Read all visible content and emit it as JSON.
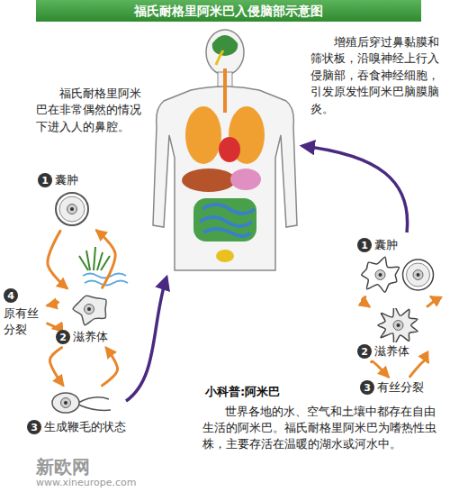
{
  "diagram": {
    "title": "福氏耐格里阿米巴入侵脑部示意图",
    "nodes": [
      {
        "text": [
          "1",
          "囊肿"
        ]
      },
      {
        "text": [
          "2",
          "滋养体"
        ]
      },
      {
        "text": [
          "3",
          "生成鞭毛的状态"
        ]
      },
      {
        "text": [
          "4",
          "原有丝分裂"
        ]
      },
      {
        "text": [
          "1",
          "囊肿"
        ]
      },
      {
        "text": [
          "2",
          "滋养体"
        ]
      },
      {
        "text": [
          "3",
          "有丝分裂"
        ]
      }
    ],
    "edges": [
      {
        "from": 1,
        "to": 0,
        "arrow": "to"
      },
      {
        "from": 0,
        "to": 1,
        "arrow": "to"
      },
      {
        "from": 1,
        "to": 3,
        "arrow": "to"
      },
      {
        "from": 3,
        "to": 1,
        "arrow": "to"
      },
      {
        "from": 1,
        "to": 2,
        "arrow": "to"
      },
      {
        "from": 2,
        "to": 1,
        "arrow": "to"
      },
      {
        "from": 5,
        "to": 4,
        "arrow": "to"
      },
      {
        "from": 4,
        "to": 5,
        "arrow": "to"
      },
      {
        "from": 5,
        "to": 6,
        "arrow": "to"
      },
      {
        "from": 6,
        "to": 5,
        "arrow": "to"
      }
    ],
    "labels": [
      "福氏耐格里阿米巴在非常偶然的情况下进入人的鼻腔。",
      "增殖后穿过鼻黏膜和筛状板，沿嗅神经上行入侵脑部，吞食神经细胞，引发原发性阿米巴脑膜脑炎。",
      "小科普:阿米巴",
      "世界各地的水、空气和土壤中都存在自由生活的阿米巴。福氏耐格里阿米巴为嗜热性虫株，主要存活在温暖的湖水或河水中。",
      "新欧网",
      "www.xineurope.com"
    ]
  }
}
